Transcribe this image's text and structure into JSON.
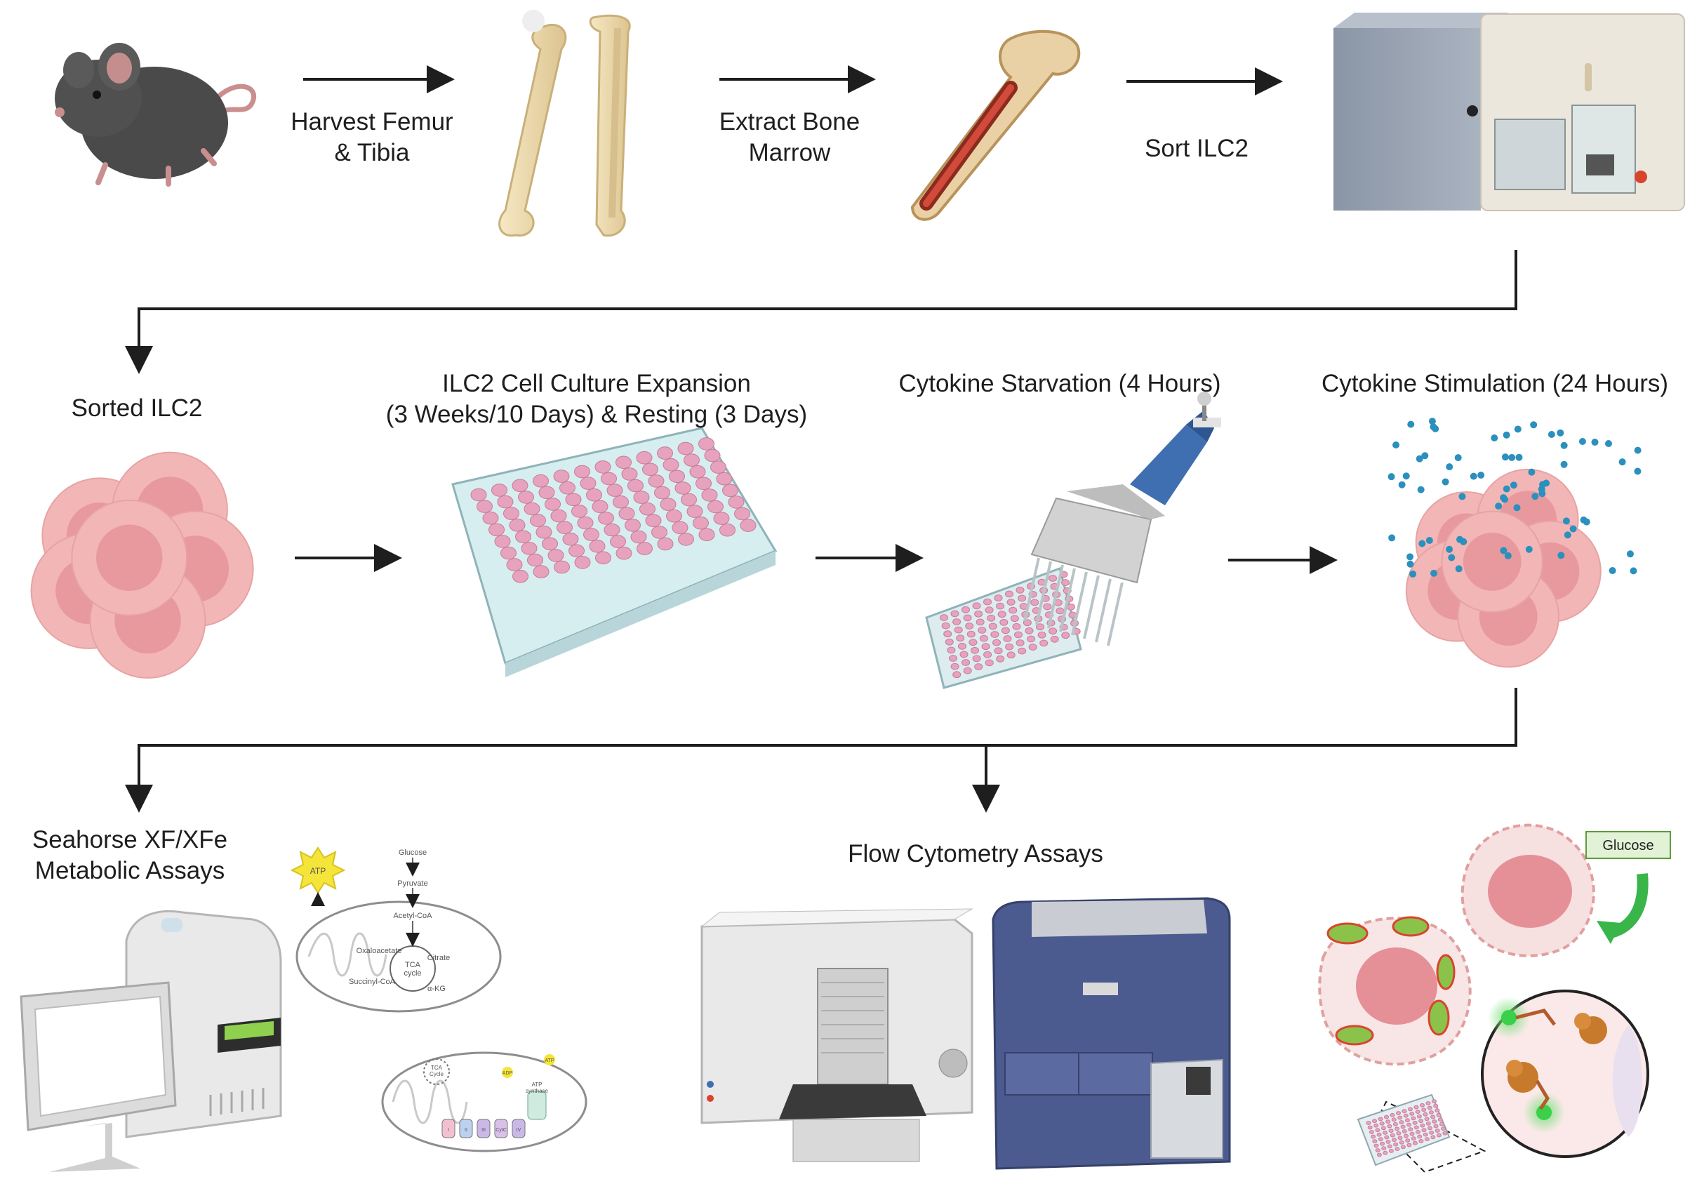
{
  "row1": {
    "step1_label": "Harvest Femur\n& Tibia",
    "step2_label": "Extract Bone\nMarrow",
    "step3_label": "Sort ILC2"
  },
  "row2": {
    "sorted_label": "Sorted ILC2",
    "culture_label": "ILC2 Cell Culture Expansion\n(3 Weeks/10 Days) & Resting (3 Days)",
    "starvation_label": "Cytokine Starvation (4 Hours)",
    "stimulation_label": "Cytokine Stimulation (24 Hours)"
  },
  "row3": {
    "seahorse_label": "Seahorse XF/XFe\nMetabolic Assays",
    "flow_label": "Flow Cytometry Assays",
    "glucose_label": "Glucose",
    "tca": {
      "glucose": "Glucose",
      "pyruvate": "Pyruvate",
      "acetyl_coa": "Acetyl-CoA",
      "citrate": "Citrate",
      "oxaloacetate": "Oxaloacetate",
      "tca_cycle": "TCA\ncycle",
      "succinyl_coa": "Succinyl-CoA",
      "akg": "α-KG",
      "atp": "ATP"
    },
    "etc": {
      "tca_small": "TCA\nCycle",
      "adp": "ADP",
      "atp": "ATP",
      "atp_synthase": "ATP\nsynthase",
      "complexes": [
        "I",
        "II",
        "III",
        "CytC",
        "IV"
      ]
    }
  },
  "colors": {
    "cell_outer": "#f2b6b6",
    "cell_nucleus": "#e48f95",
    "arrow": "#1e1e1e",
    "bone": "#efdcb0",
    "machine_blue": "#4b5a8f",
    "pipette_blue": "#3f6fb0",
    "cytokine_dot": "#2b90bd",
    "green_arrow": "#39b54a"
  }
}
